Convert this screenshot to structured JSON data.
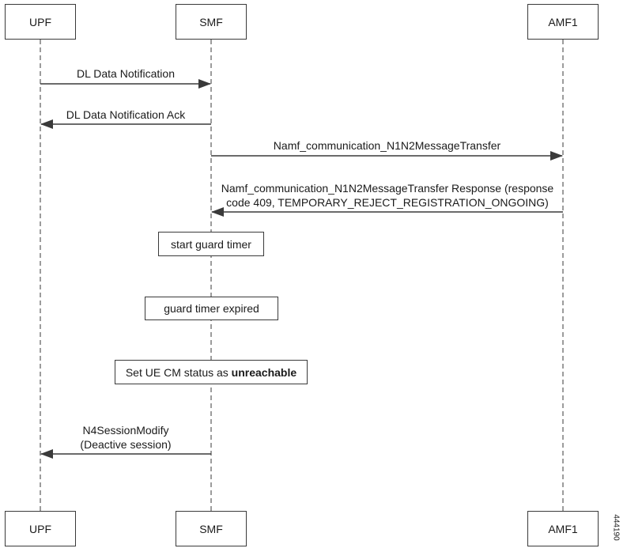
{
  "participants": {
    "upf": "UPF",
    "smf": "SMF",
    "amf1": "AMF1"
  },
  "messages": {
    "dl_data_notification": "DL Data Notification",
    "dl_data_notification_ack": "DL Data Notification Ack",
    "n1n2_transfer": "Namf_communication_N1N2MessageTransfer",
    "n1n2_response_line1": "Namf_communication_N1N2MessageTransfer Response (response",
    "n1n2_response_line2": "code 409, TEMPORARY_REJECT_REGISTRATION_ONGOING)",
    "n4_line1": "N4SessionModify",
    "n4_line2": "(Deactive session)"
  },
  "notes": {
    "start_guard_timer": "start guard timer",
    "guard_timer_expired": "guard timer expired",
    "set_status_prefix": "Set UE CM status as ",
    "set_status_bold": "unreachable"
  },
  "figure_id": "444190",
  "colors": {
    "line": "#3a3a3a",
    "arrow": "#3a3a3a"
  }
}
